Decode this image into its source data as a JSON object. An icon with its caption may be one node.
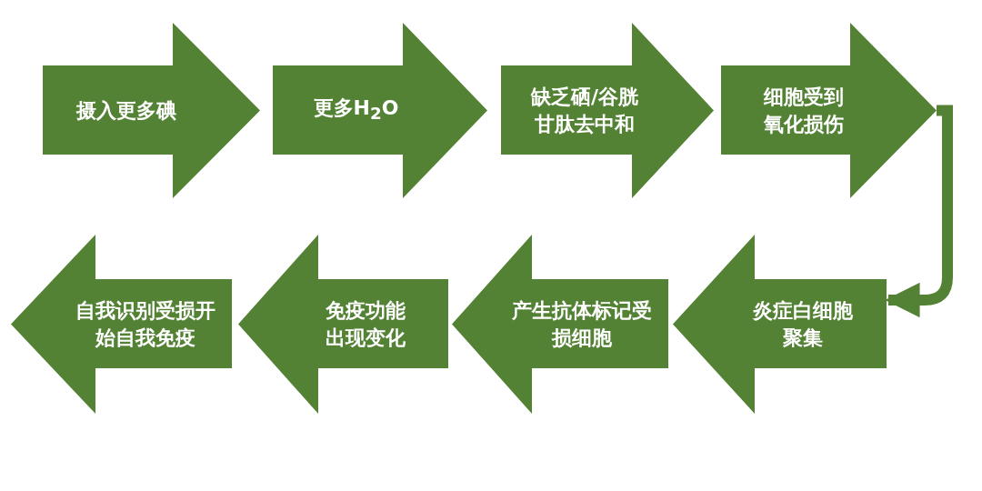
{
  "diagram": {
    "nodes": [
      {
        "text": [
          "摄入更多碘"
        ]
      },
      {
        "text": [
          "更多H$_{2}$O"
        ]
      },
      {
        "text": [
          "缺乏硒/谷胱甘肽去中和"
        ]
      },
      {
        "text": [
          "细胞受到氧化损伤"
        ]
      },
      {
        "text": [
          "炎症白细胞聚集"
        ]
      },
      {
        "text": [
          "产生抗体标记受损细胞"
        ]
      },
      {
        "text": [
          "免疫功能出现变化"
        ]
      },
      {
        "text": [
          "自我识别受损开始自我免疫"
        ]
      }
    ],
    "edges": [
      {
        "from": 3,
        "to": 4,
        "arrow": "to"
      }
    ]
  }
}
